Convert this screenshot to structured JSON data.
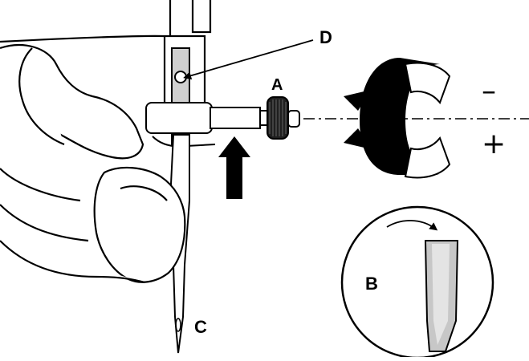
{
  "labels": {
    "a": "A",
    "b": "B",
    "c": "C",
    "d": "D"
  },
  "signs": {
    "minus": "–",
    "plus": "+"
  },
  "colors": {
    "ink": "#000000",
    "needle_gray": "#c7c7c7",
    "needle_shadow": "#9a9a9a",
    "background": "#ffffff"
  },
  "icons": {
    "rotate_loosen": "counterclockwise-arrow-icon",
    "rotate_tighten": "clockwise-arrow-icon",
    "push_up": "up-arrow-icon",
    "turn": "curved-arrow-icon"
  }
}
